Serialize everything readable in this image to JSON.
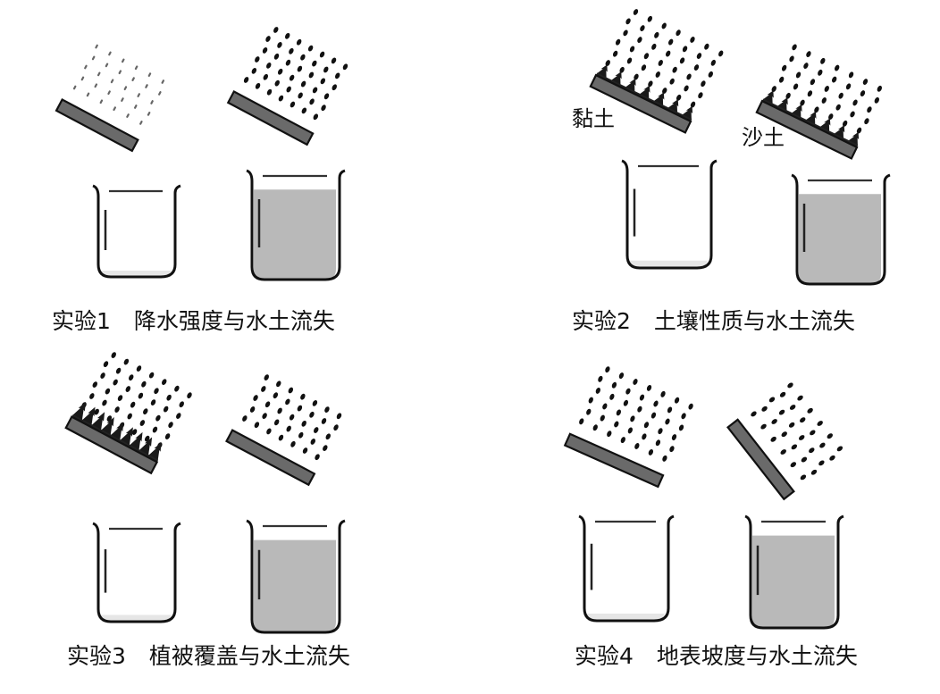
{
  "experiments": [
    {
      "id": "实验1",
      "title": "降水强度与水土流失"
    },
    {
      "id": "实验2",
      "title": "土壤性质与水土流失"
    },
    {
      "id": "实验3",
      "title": "植被覆盖与水土流失"
    },
    {
      "id": "实验4",
      "title": "地表坡度与水土流失"
    }
  ],
  "soil_labels": {
    "clay": "黏土",
    "sand": "沙土"
  },
  "colors": {
    "ink": "#111111",
    "soil_fill": "#6a6a6a",
    "muddy_water": "#b9b9b9",
    "clear_water": "#e6e6e6"
  },
  "panels": [
    {
      "name": "exp1",
      "slopes": [
        {
          "rain": "light",
          "veg": "none"
        },
        {
          "rain": "heavy",
          "veg": "none"
        }
      ],
      "beakers": [
        "clear",
        "muddy"
      ]
    },
    {
      "name": "exp2",
      "slopes": [
        {
          "rain": "heavy",
          "veg": "grass",
          "soil": "clay"
        },
        {
          "rain": "heavy",
          "veg": "grass",
          "soil": "sand"
        }
      ],
      "beakers": [
        "clear",
        "muddy"
      ]
    },
    {
      "name": "exp3",
      "slopes": [
        {
          "rain": "heavy",
          "veg": "dense"
        },
        {
          "rain": "heavy",
          "veg": "none"
        }
      ],
      "beakers": [
        "clear",
        "muddy"
      ]
    },
    {
      "name": "exp4",
      "slopes": [
        {
          "rain": "heavy",
          "veg": "none",
          "slope": "gentle"
        },
        {
          "rain": "heavy",
          "veg": "none",
          "slope": "steep"
        }
      ],
      "beakers": [
        "clear",
        "muddy"
      ]
    }
  ]
}
